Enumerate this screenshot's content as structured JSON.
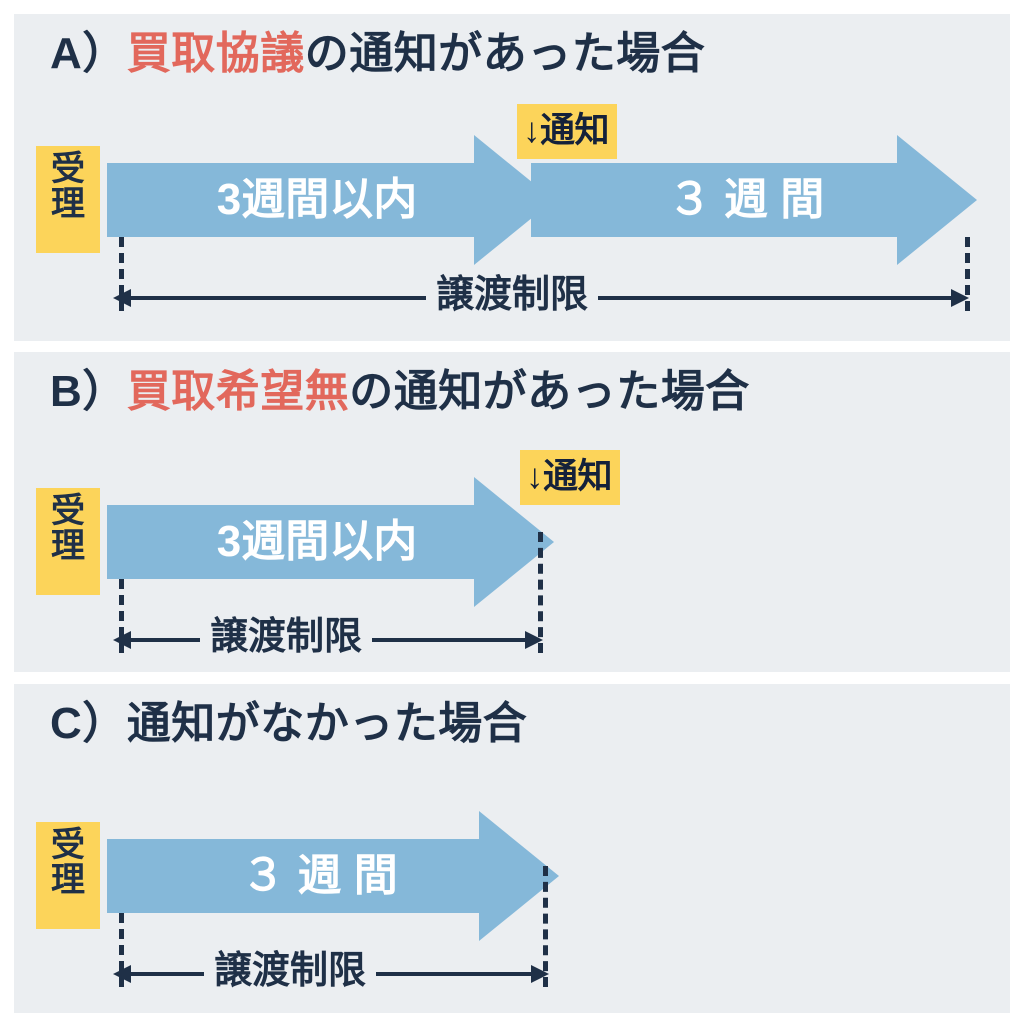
{
  "theme": {
    "page_bg": "#ffffff",
    "panel_bg": "#EBEEF1",
    "ink": "#1F3047",
    "highlight_red": "#E2685C",
    "badge_yellow": "#FCD45A",
    "arrow_blue": "#85B8D9",
    "arrow_text": "#ffffff"
  },
  "panels": [
    {
      "id": "A",
      "title": {
        "label": "A）",
        "highlight": "買取協議",
        "rest": "の通知があった場合"
      },
      "accept_tag": {
        "line1": "受",
        "line2": "理"
      },
      "segments": [
        {
          "name": "segment-1",
          "label": "3週間以内"
        },
        {
          "name": "segment-2",
          "label": "３ 週 間"
        }
      ],
      "notice_badge": "↓通知",
      "dimension_label": "譲渡制限"
    },
    {
      "id": "B",
      "title": {
        "label": "B）",
        "highlight": "買取希望無",
        "rest": "の通知があった場合"
      },
      "accept_tag": {
        "line1": "受",
        "line2": "理"
      },
      "segments": [
        {
          "name": "segment-1",
          "label": "3週間以内"
        }
      ],
      "notice_badge": "↓通知",
      "dimension_label": "譲渡制限"
    },
    {
      "id": "C",
      "title": {
        "label": "C）",
        "highlight": "",
        "rest": "通知がなかった場合"
      },
      "accept_tag": {
        "line1": "受",
        "line2": "理"
      },
      "segments": [
        {
          "name": "segment-1",
          "label": "３ 週 間"
        }
      ],
      "notice_badge": "",
      "dimension_label": "譲渡制限"
    }
  ]
}
